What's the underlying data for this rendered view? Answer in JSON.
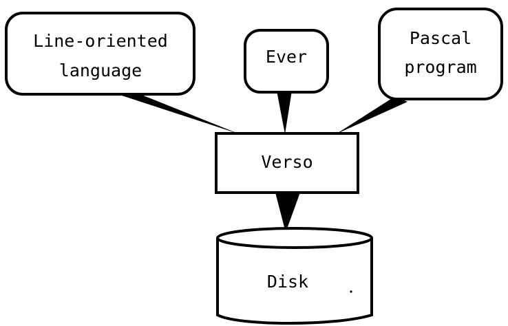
{
  "diagram": {
    "nodes": {
      "line_oriented": {
        "lines": [
          "Line-oriented",
          "language"
        ]
      },
      "ever": {
        "lines": [
          "Ever"
        ]
      },
      "pascal": {
        "lines": [
          "Pascal",
          "program"
        ]
      },
      "verso": {
        "lines": [
          "Verso"
        ]
      },
      "disk": {
        "lines": [
          "Disk"
        ]
      }
    },
    "edges": [
      {
        "from": "line_oriented",
        "to": "verso"
      },
      {
        "from": "ever",
        "to": "verso"
      },
      {
        "from": "pascal",
        "to": "verso"
      },
      {
        "from": "verso",
        "to": "disk"
      }
    ]
  }
}
